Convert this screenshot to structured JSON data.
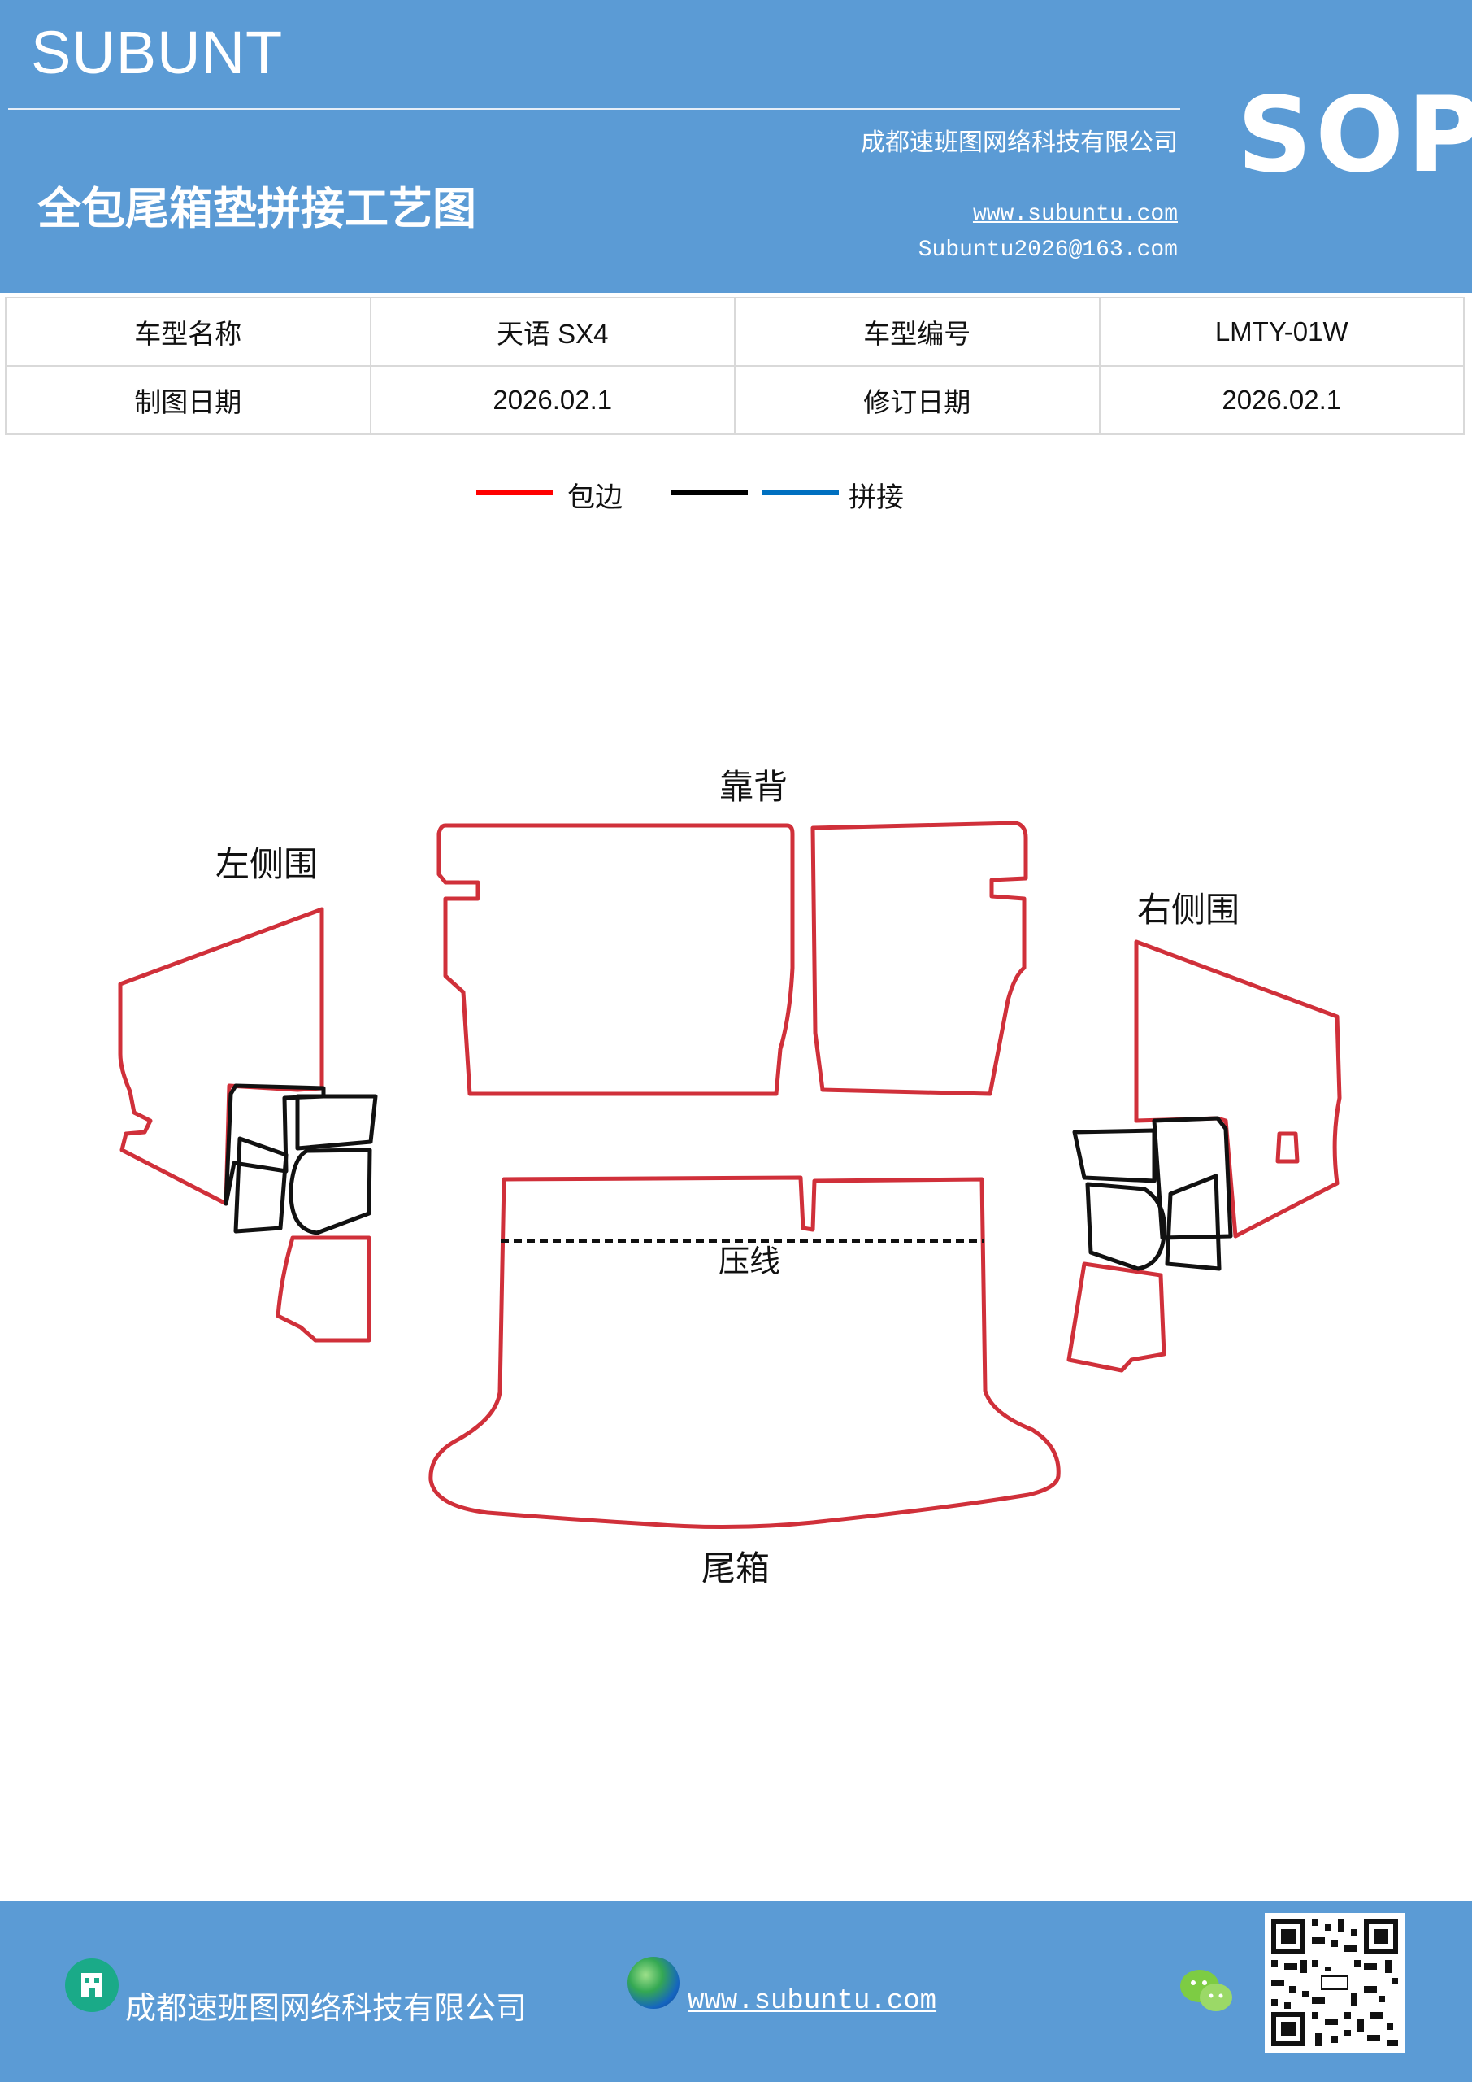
{
  "header": {
    "brand": "SUBUNT",
    "company": "成都速班图网络科技有限公司",
    "title": "全包尾箱垫拼接工艺图",
    "website": "www.subuntu.com",
    "email": "Subuntu2026@163.com",
    "badge": "SOP",
    "bg_color": "#5b9bd5"
  },
  "info_table": {
    "rows": [
      [
        "车型名称",
        "天语 SX4",
        "车型编号",
        "LMTY-01W"
      ],
      [
        "制图日期",
        "2026.02.1",
        "修订日期",
        "2026.02.1"
      ]
    ]
  },
  "legend": {
    "items": [
      {
        "label": "包边",
        "color": "#ff0000"
      },
      {
        "label": "",
        "color": "#000000"
      },
      {
        "label": "拼接",
        "color": "#0070c0"
      }
    ]
  },
  "diagram": {
    "labels": {
      "backrest": "靠背",
      "left_side": "左侧围",
      "right_side": "右侧围",
      "crease": "压线",
      "trunk": "尾箱"
    },
    "edge_color": "#d0303a",
    "join_color": "#000000"
  },
  "footer": {
    "company": "成都速班图网络科技有限公司",
    "website": "www.subuntu.com",
    "icons": [
      "building-icon",
      "globe-icon",
      "wechat-icon",
      "qr-code"
    ]
  }
}
